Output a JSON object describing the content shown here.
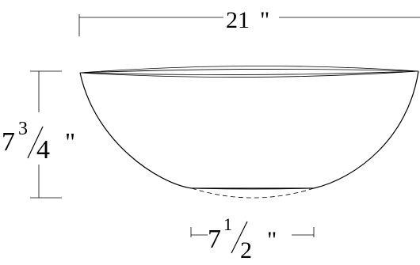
{
  "dimensions": {
    "width": {
      "value": "21",
      "unit": "\""
    },
    "height": {
      "whole": "7",
      "numerator": "3",
      "denominator": "4",
      "unit": "\""
    },
    "base": {
      "whole": "7",
      "numerator": "1",
      "denominator": "2",
      "unit": "\""
    }
  },
  "colors": {
    "line": "#000000",
    "background": "#ffffff"
  }
}
